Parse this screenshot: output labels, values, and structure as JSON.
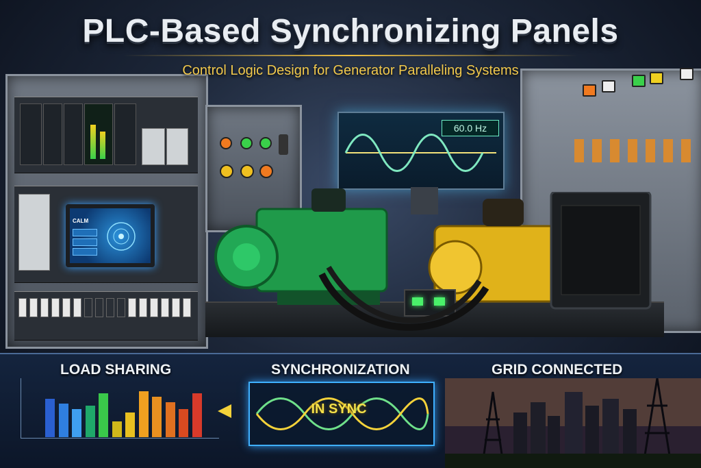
{
  "header": {
    "title": "PLC-Based Synchronizing Panels",
    "subtitle": "Control Logic Design for Generator Paralleling Systems"
  },
  "monitor": {
    "frequency": "60.0 Hz"
  },
  "hmi": {
    "brand": "CALM"
  },
  "sections": {
    "load_sharing": "LOAD SHARING",
    "synchronization": "SYNCHRONIZATION",
    "grid_connected": "GRID CONNECTED",
    "in_sync": "IN SYNC"
  },
  "colors": {
    "accent_gold": "#f2c94c",
    "generator_green": "#1f9a4a",
    "generator_yellow": "#e0b21a",
    "sync_box_border": "#3fb0ff",
    "wave_green": "#6fe08a",
    "wave_yellow": "#f4d23a"
  },
  "chart_data": {
    "type": "bar",
    "values": [
      55,
      48,
      40,
      45,
      62,
      22,
      35,
      65,
      58,
      50,
      40,
      62
    ],
    "colors": [
      "#2a5fd0",
      "#2f7fe0",
      "#3f9ff0",
      "#1fa86a",
      "#3ac84a",
      "#d0b81a",
      "#e8c020",
      "#f0a020",
      "#e89020",
      "#e07020",
      "#d84a20",
      "#d83a2a"
    ],
    "ylim": [
      0,
      80
    ]
  }
}
